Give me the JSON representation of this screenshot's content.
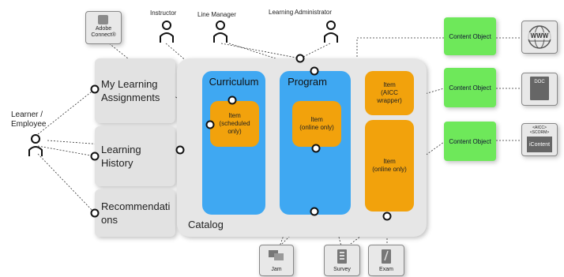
{
  "roles": {
    "instructor": "Instructor",
    "line_manager": "Line Manager",
    "learning_admin": "Learning Administrator",
    "learner": "Learner /\nEmployee"
  },
  "adobe_connect": "Adobe\nConnect®",
  "sidebar": {
    "my_learning": "My Learning\nAssignments",
    "learning_history": "Learning\nHistory",
    "recommendations": "Recommendati\nons"
  },
  "catalog": {
    "label": "Catalog",
    "curriculum": {
      "title": "Curriculum",
      "item": "Item\n(scheduled\nonly)"
    },
    "program": {
      "title": "Program",
      "item": "Item\n(online only)"
    },
    "aicc_item": "Item\n(AICC\nwrapper)",
    "online_item": "Item\n(online only)"
  },
  "content_objects": [
    "Content Object",
    "Content Object",
    "Content Object"
  ],
  "content_icons": {
    "www": "WWW",
    "doc": "DOC",
    "icontent_top": "<AICC>\n<SCORM>",
    "icontent": "iContent"
  },
  "tools": {
    "jam": "Jam",
    "survey": "Survey",
    "exam": "Exam"
  },
  "colors": {
    "catalog_bg": "#e6e6e6",
    "column_blue": "#3fa8f2",
    "item_orange": "#f2a20c",
    "content_green": "#6ee85a"
  }
}
